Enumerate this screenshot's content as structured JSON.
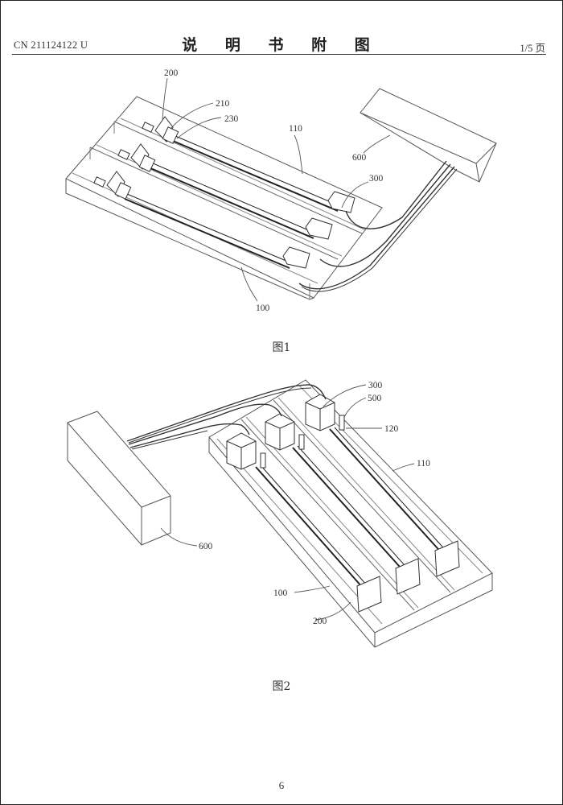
{
  "header": {
    "patent_number": "CN 211124122 U",
    "title": "说 明 书 附 图",
    "page_indicator": "1/5 页"
  },
  "figures": [
    {
      "caption": "图1",
      "labels": [
        "200",
        "210",
        "230",
        "110",
        "600",
        "300",
        "100"
      ]
    },
    {
      "caption": "图2",
      "labels": [
        "300",
        "500",
        "120",
        "110",
        "600",
        "100",
        "200"
      ]
    }
  ],
  "footer": {
    "page_number": "6"
  }
}
